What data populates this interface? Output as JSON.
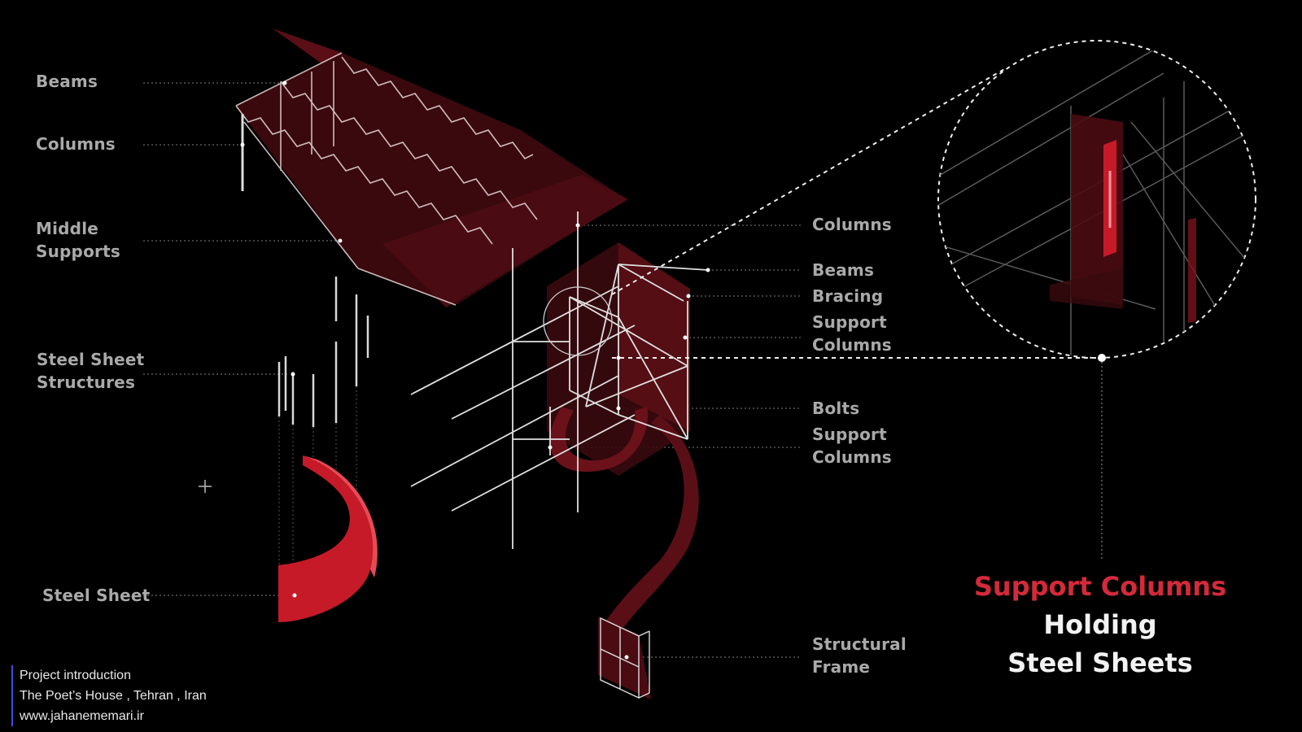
{
  "labels_left": [
    {
      "id": "beams",
      "lines": [
        "Beams"
      ]
    },
    {
      "id": "columns",
      "lines": [
        "Columns"
      ]
    },
    {
      "id": "middle-supports",
      "lines": [
        "Middle",
        "Supports"
      ]
    },
    {
      "id": "steel-sheet-structures",
      "lines": [
        "Steel Sheet",
        "Structures"
      ]
    },
    {
      "id": "steel-sheet",
      "lines": [
        "Steel Sheet"
      ]
    }
  ],
  "labels_right": [
    {
      "id": "columns",
      "lines": [
        "Columns"
      ]
    },
    {
      "id": "beams",
      "lines": [
        "Beams"
      ]
    },
    {
      "id": "bracing",
      "lines": [
        "Bracing"
      ]
    },
    {
      "id": "support-columns-1",
      "lines": [
        "Support",
        "Columns"
      ]
    },
    {
      "id": "bolts",
      "lines": [
        "Bolts"
      ]
    },
    {
      "id": "support-columns-2",
      "lines": [
        "Support",
        "Columns"
      ]
    },
    {
      "id": "structural-frame",
      "lines": [
        "Structural",
        "Frame"
      ]
    }
  ],
  "headline": {
    "red_line": "Support Columns",
    "white_line_1": "Holding",
    "white_line_2": "Steel Sheets"
  },
  "footer": {
    "line1": "Project introduction",
    "line2": "The Poet’s House , Tehran , Iran",
    "line3": "www.jahanememari.ir"
  },
  "colors": {
    "background": "#000000",
    "accent_red": "#d32a3a",
    "label_gray": "#a9a9a9",
    "dark_red_fill": "#3d0a0e",
    "footer_bar": "#3d4fd8"
  }
}
